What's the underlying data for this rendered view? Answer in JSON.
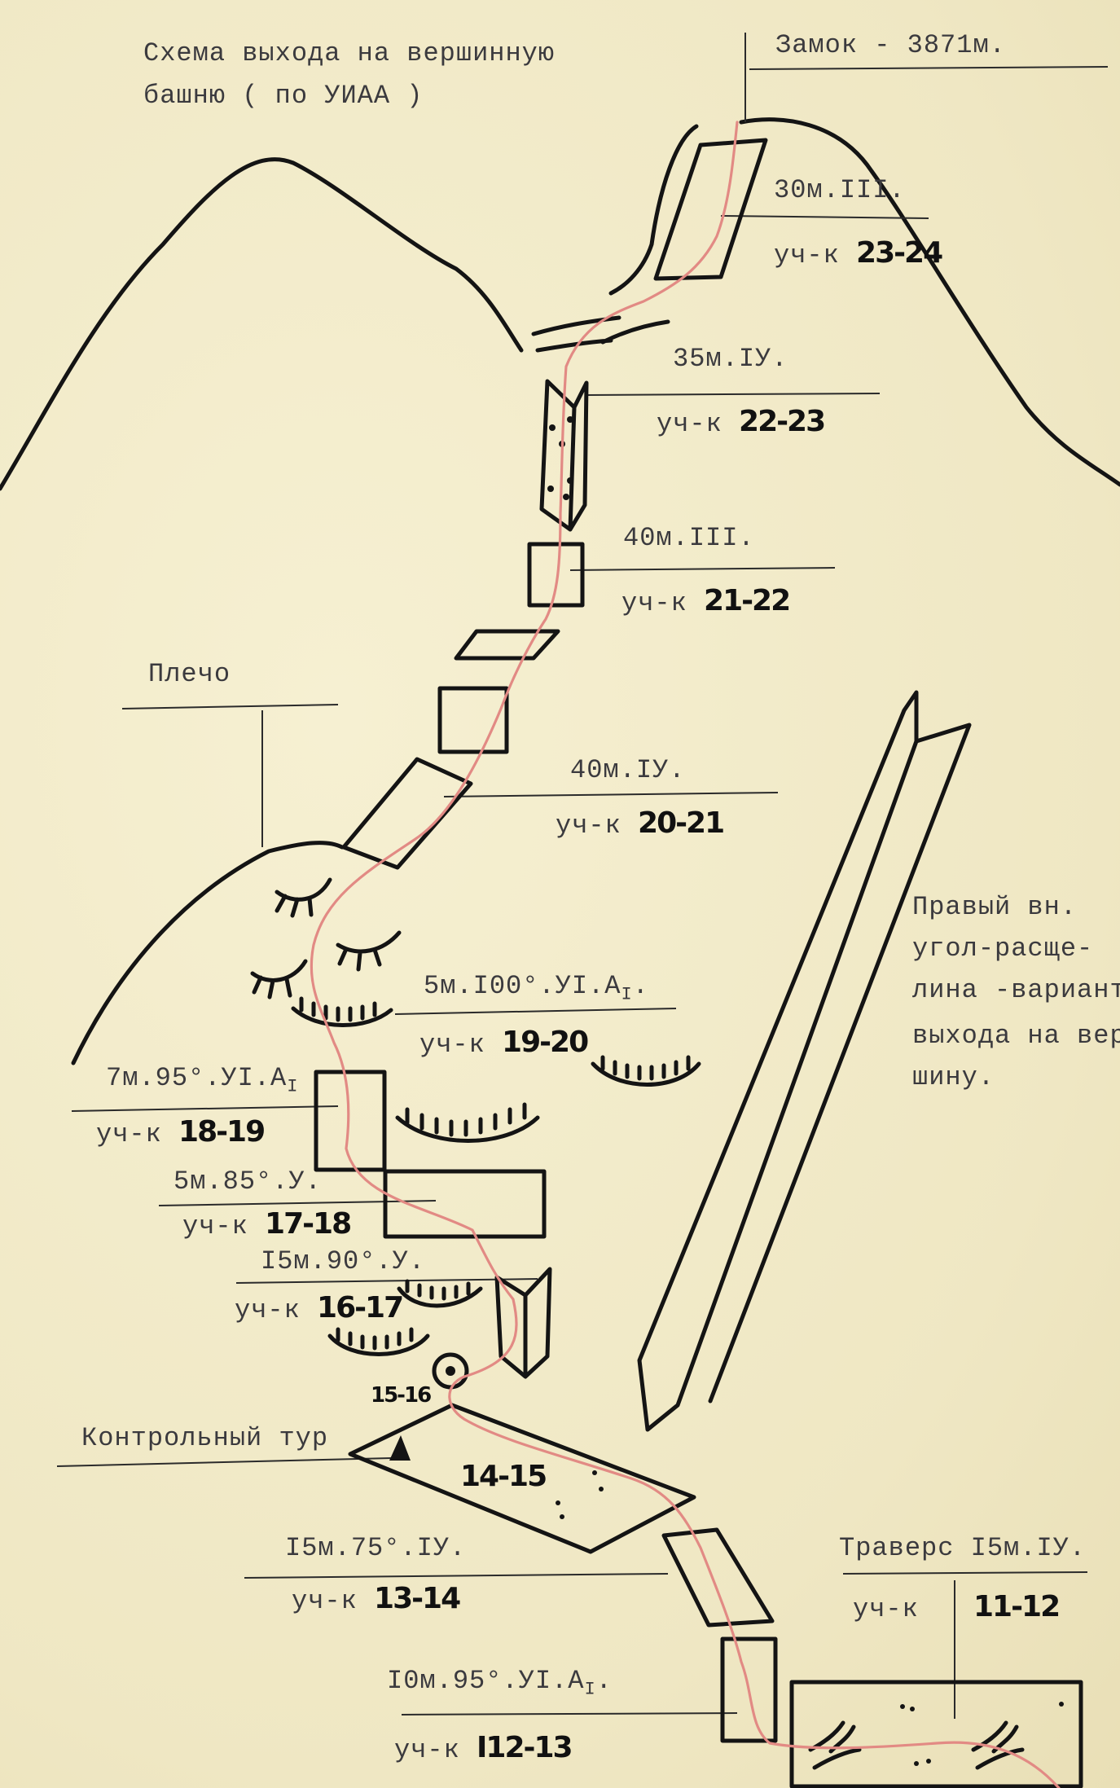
{
  "title": {
    "line1": "Схема выхода на вершинную",
    "line2": "башню ( по УИАА )"
  },
  "summit": "Замок - 3871м.",
  "shoulder": "Плечо",
  "control_tour": "Контрольный тур",
  "variant_note": {
    "l1": "Правый вн.",
    "l2": "угол-расще-",
    "l3": "лина -вариант",
    "l4": "выхода на вер",
    "l5": "шину."
  },
  "sections": [
    {
      "spec": "30м.III.",
      "prefix": "уч-к",
      "num": "23-24"
    },
    {
      "spec": "35м.IУ.",
      "prefix": "уч-к",
      "num": "22-23"
    },
    {
      "spec": "40м.III.",
      "prefix": "уч-к",
      "num": "21-22"
    },
    {
      "spec": "40м.IУ.",
      "prefix": "уч-к",
      "num": "20-21"
    },
    {
      "spec": "5м.I00°.УI.А",
      "sub": "I",
      "suffix": ".",
      "prefix": "уч-к",
      "num": "19-20"
    },
    {
      "spec": "7м.95°.УI.А",
      "sub": "I",
      "prefix": "уч-к",
      "num": "18-19"
    },
    {
      "spec": "5м.85°.У.",
      "prefix": "уч-к",
      "num": "17-18"
    },
    {
      "spec": "I5м.90°.У.",
      "prefix": "уч-к",
      "num": "16-17"
    },
    {
      "spec": "I5м.75°.IУ.",
      "prefix": "уч-к",
      "num": "13-14"
    },
    {
      "spec": "I0м.95°.УI.А",
      "sub": "I",
      "suffix": ".",
      "prefix": "уч-к",
      "num": "I12-13"
    },
    {
      "spec": "Траверс I5м.IУ.",
      "prefix": "уч-к",
      "num": "11-12"
    }
  ],
  "points": {
    "p15_16": "15-16",
    "p14_15": "14-15"
  }
}
